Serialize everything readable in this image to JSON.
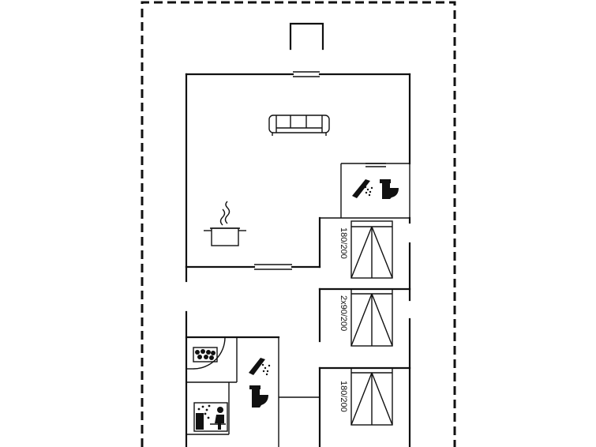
{
  "floorplan": {
    "bedrooms": [
      {
        "bed_label": "180/200"
      },
      {
        "bed_label": "2x90/200"
      },
      {
        "bed_label": "180/200"
      }
    ],
    "icons": [
      "sofa-icon",
      "cooking-pot-icon",
      "shower-icon",
      "toilet-icon",
      "washing-machine-icon",
      "sauna-icon"
    ]
  }
}
